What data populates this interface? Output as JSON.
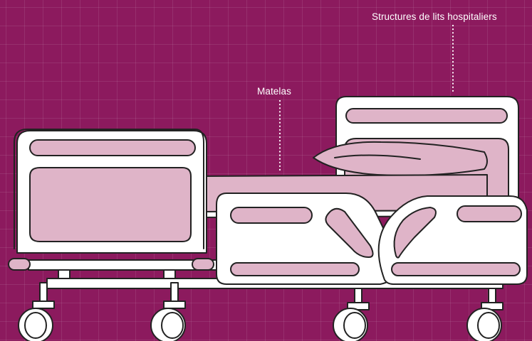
{
  "annotations": {
    "bed_frames": "Structures de lits hospitaliers",
    "mattress": "Matelas"
  },
  "colors": {
    "background": "#8c1a5e",
    "grid": "#ffffff",
    "outline": "#222222",
    "frame_fill": "#ffffff",
    "panel_fill": "#dfb4c8"
  },
  "icons": [
    "hospital-bed-illustration",
    "caster-wheel-icon",
    "pillow-icon",
    "mattress-icon"
  ]
}
